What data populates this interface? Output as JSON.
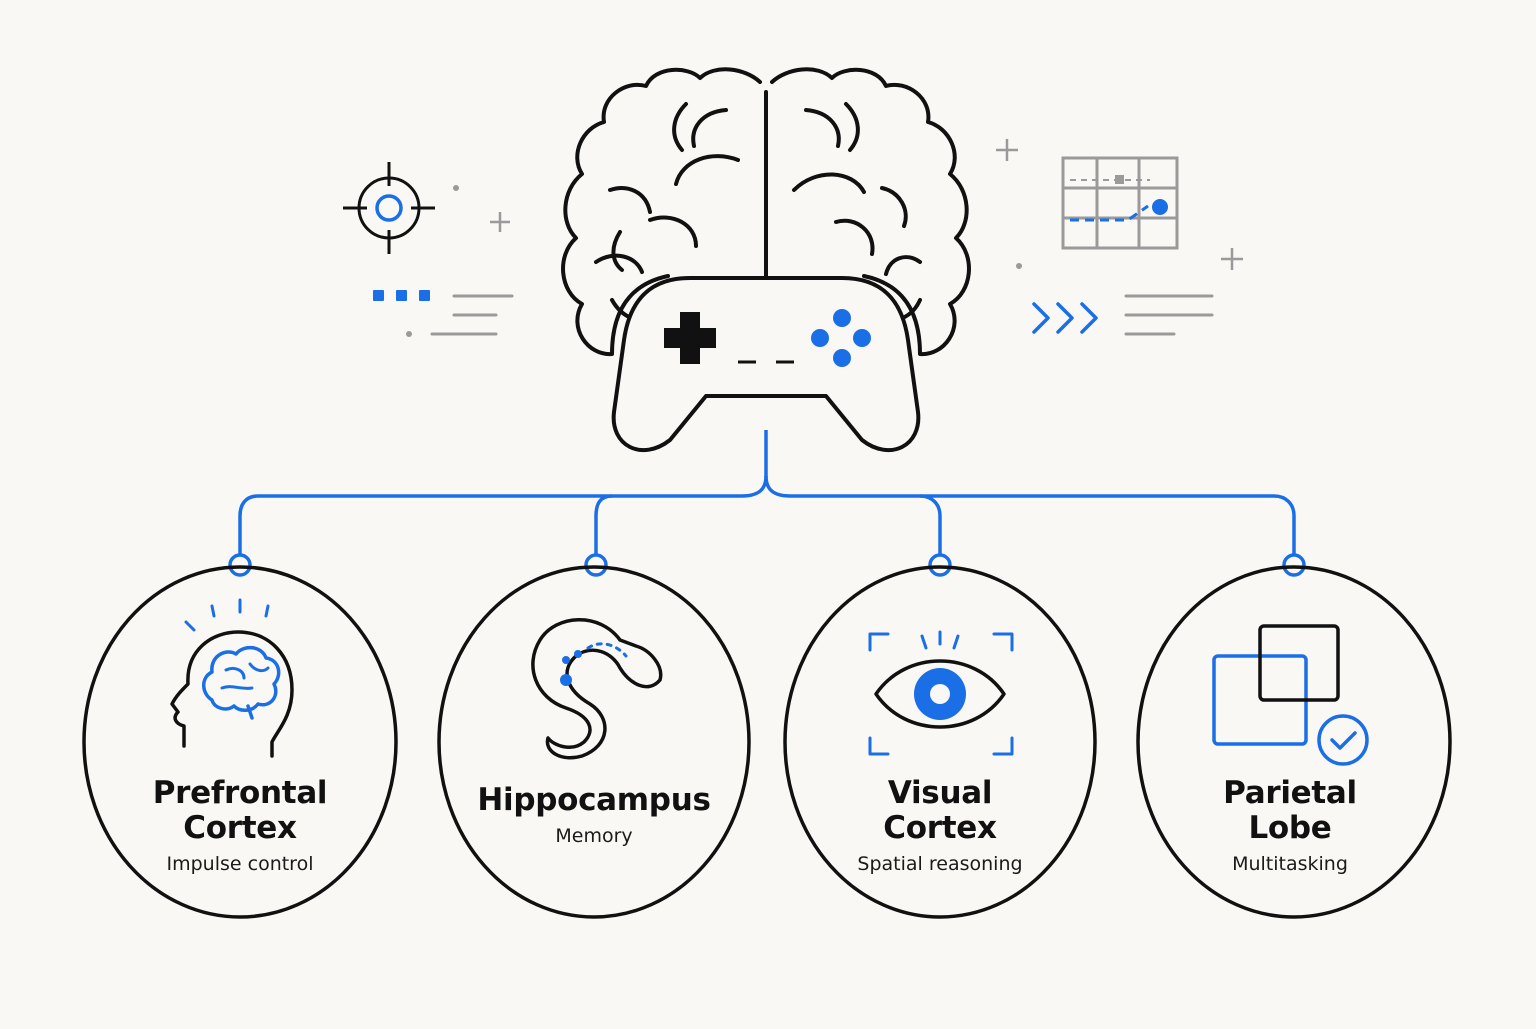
{
  "colors": {
    "background": "#f9f8f4",
    "ink": "#111111",
    "accent": "#1a6ee6",
    "muted": "#9a9a9a"
  },
  "icons": {
    "central": [
      "brain-icon",
      "gamepad-icon"
    ],
    "decorations": [
      "crosshair-icon",
      "grid-chart-icon",
      "chevrons-icon",
      "plus-icon",
      "lines-icon"
    ]
  },
  "regions": [
    {
      "title_line1": "Prefrontal",
      "title_line2": "Cortex",
      "subtitle": "Impulse control",
      "icon": "head-brain-icon"
    },
    {
      "title_line1": "Hippocampus",
      "title_line2": "",
      "subtitle": "Memory",
      "icon": "hippocampus-icon"
    },
    {
      "title_line1": "Visual",
      "title_line2": "Cortex",
      "subtitle": "Spatial reasoning",
      "icon": "eye-icon"
    },
    {
      "title_line1": "Parietal",
      "title_line2": "Lobe",
      "subtitle": "Multitasking",
      "icon": "overlapping-squares-check-icon"
    }
  ]
}
